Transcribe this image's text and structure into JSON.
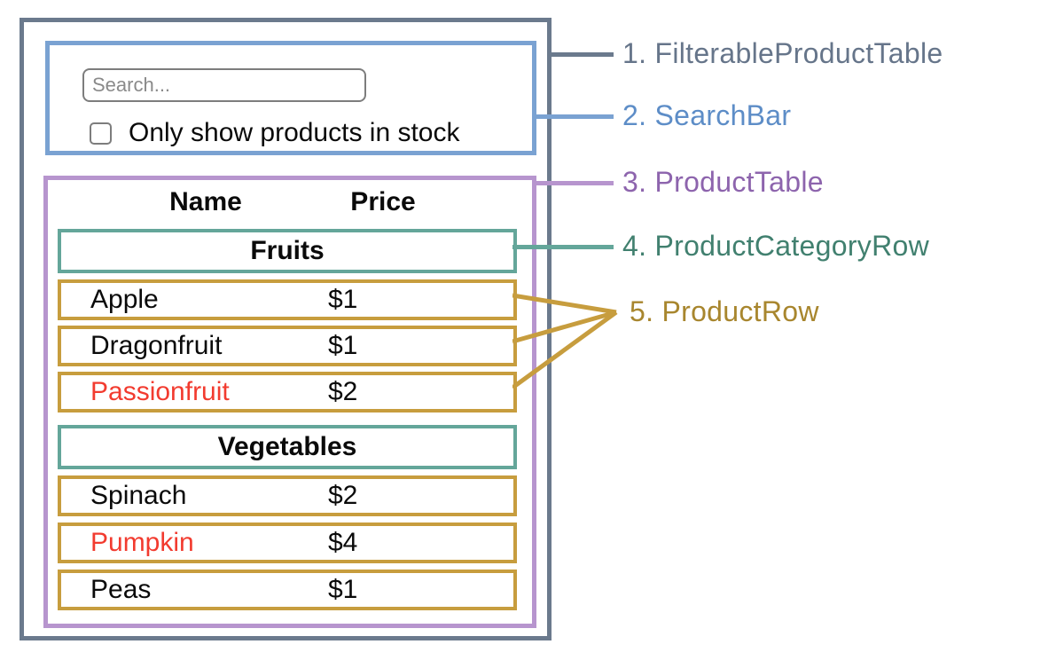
{
  "search_bar": {
    "placeholder": "Search...",
    "checkbox_label": "Only show products in stock"
  },
  "product_table": {
    "headers": {
      "name": "Name",
      "price": "Price"
    },
    "sections": [
      {
        "category": "Fruits",
        "rows": [
          {
            "name": "Apple",
            "price": "$1",
            "in_stock": true
          },
          {
            "name": "Dragonfruit",
            "price": "$1",
            "in_stock": true
          },
          {
            "name": "Passionfruit",
            "price": "$2",
            "in_stock": false
          }
        ]
      },
      {
        "category": "Vegetables",
        "rows": [
          {
            "name": "Spinach",
            "price": "$2",
            "in_stock": true
          },
          {
            "name": "Pumpkin",
            "price": "$4",
            "in_stock": false
          },
          {
            "name": "Peas",
            "price": "$1",
            "in_stock": true
          }
        ]
      }
    ]
  },
  "legend": {
    "items": [
      {
        "label": "1. FilterableProductTable"
      },
      {
        "label": "2. SearchBar"
      },
      {
        "label": "3. ProductTable"
      },
      {
        "label": "4. ProductCategoryRow"
      },
      {
        "label": "5. ProductRow"
      }
    ]
  },
  "colors": {
    "frame": "#6b7a8d",
    "blue": "#7aa2d2",
    "purple": "#b795ce",
    "teal": "#64a69a",
    "gold": "#c79d3e",
    "red": "#f23b2f",
    "input_border": "#7d7d7d",
    "label1": "#66758a",
    "label2": "#5d8dc7",
    "label3": "#8d64ad",
    "label4": "#41806f",
    "label5": "#a8862e"
  }
}
